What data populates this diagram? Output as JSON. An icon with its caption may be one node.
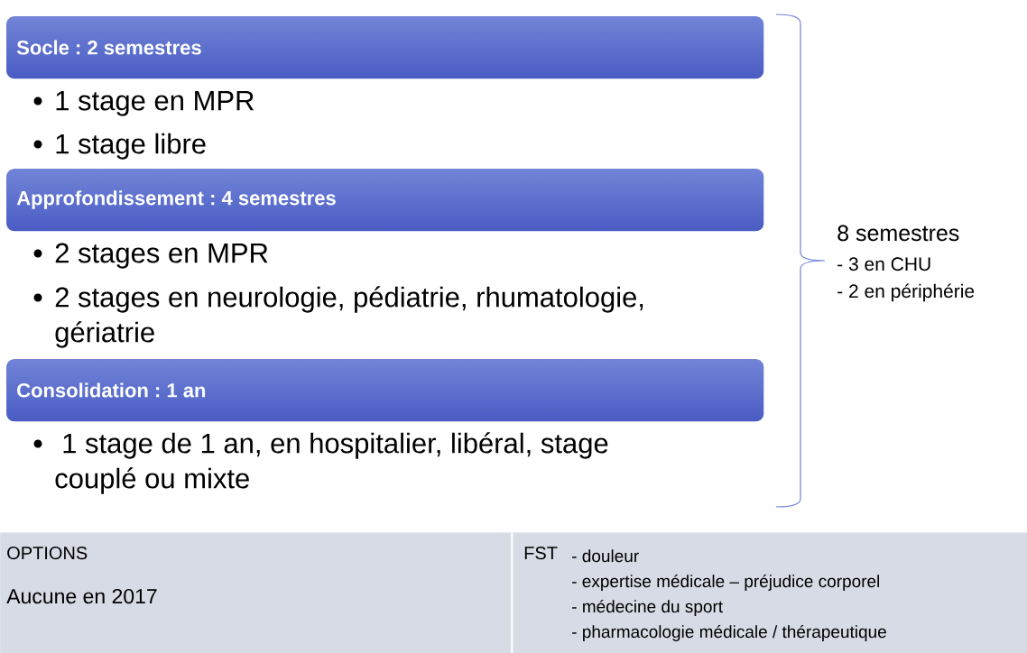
{
  "diagram": {
    "nodes": [
      {
        "text": [
          "Socle : 2 semestres"
        ],
        "beside": [
          "1 stage en MPR",
          "1 stage libre"
        ]
      },
      {
        "text": [
          "Approfondissement : 4 semestres"
        ],
        "beside": [
          "2 stages en MPR",
          "2 stages en neurologie, pédiatrie, rhumatologie, gériatrie"
        ]
      },
      {
        "text": [
          "Consolidation : 1 an"
        ],
        "beside": [
          "1 stage de 1 an, en hospitalier, libéral, stage couplé ou mixte"
        ]
      },
      {
        "text": [
          "OPTIONS",
          "Aucune en 2017"
        ]
      },
      {
        "text": [
          "FST",
          "- douleur",
          "- expertise médicale – préjudice corporel",
          "- médecine du sport",
          "- pharmacologie médicale / thérapeutique"
        ]
      }
    ],
    "labels": [
      "8 semestres",
      "- 3 en CHU",
      "- 2 en périphérie"
    ]
  }
}
